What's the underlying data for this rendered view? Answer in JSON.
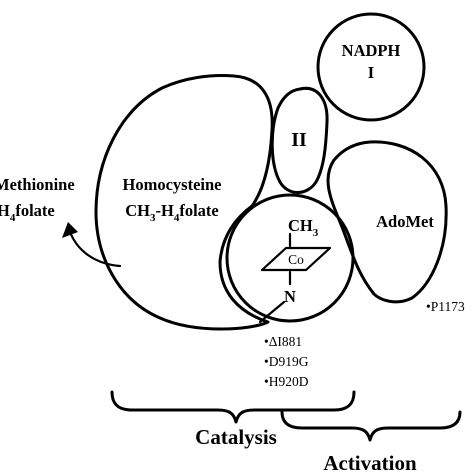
{
  "domains": {
    "nadph": {
      "line1": "NADPH",
      "line2": "I"
    },
    "domain_ii": {
      "label": "II"
    },
    "homocysteine": {
      "line1": "Homocysteine",
      "line2_pre": "CH",
      "line2_sub": "3",
      "line2_post": "-H",
      "line2_sub2": "4",
      "line2_end": "folate"
    },
    "adomet": {
      "label": "AdoMet"
    },
    "cobalamin": {
      "methyl_pre": "CH",
      "methyl_sub": "3",
      "metal": "Co",
      "ligand": "N"
    }
  },
  "products": {
    "line1": "Methionine",
    "line2_pre": "H",
    "line2_sub": "4",
    "line2_post": "folate"
  },
  "mutations": {
    "catalysis_group": [
      "•ΔI881",
      "•D919G",
      "•H920D"
    ],
    "activation_site": "•P1173"
  },
  "brackets": {
    "catalysis": "Catalysis",
    "activation": "Activation"
  }
}
